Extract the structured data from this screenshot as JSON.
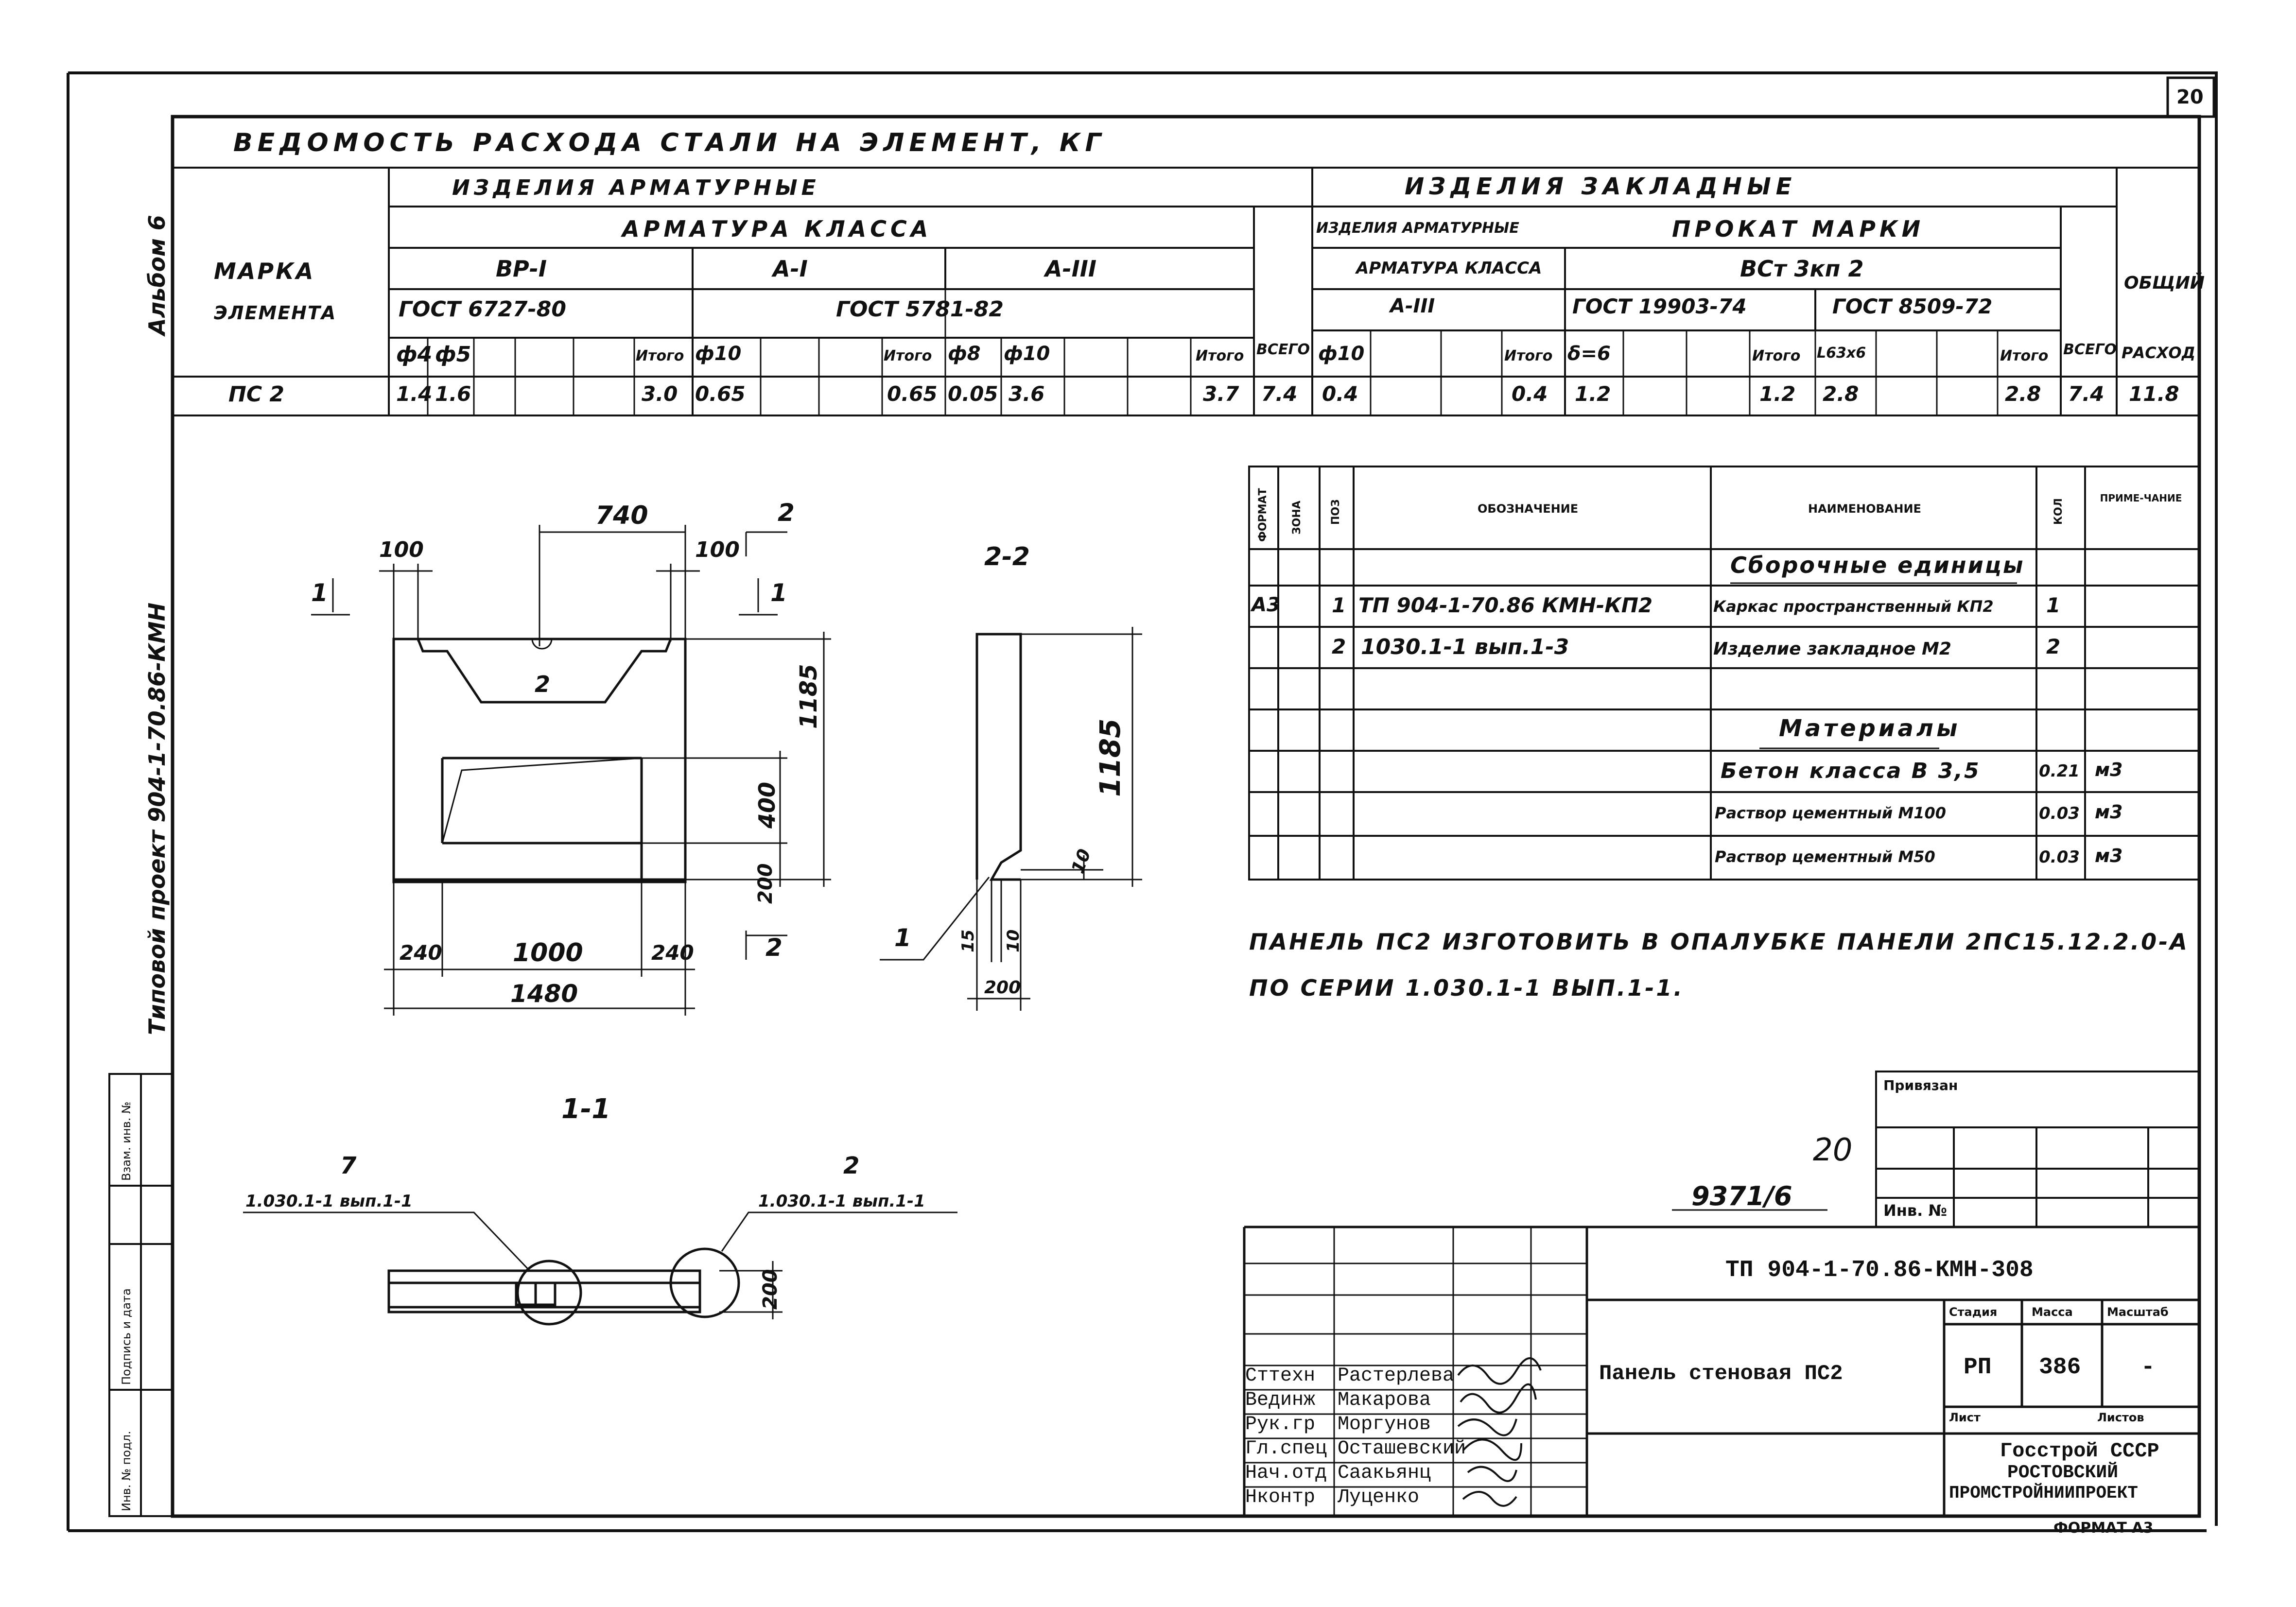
{
  "sheet": {
    "corner_number": "20",
    "format": "ФОРМАТ А3"
  },
  "left_margin": {
    "album": "Альбом 6",
    "project": "Типовой проект 904-1-70.86-КМН"
  },
  "stamp_left": {
    "inv_replace": "Взам. инв. №",
    "sign_date": "Подпись и дата",
    "inv_orig": "Инв. № подл."
  },
  "steel_table": {
    "title": "ВЕДОМОСТЬ РАСХОДА СТАЛИ НА ЭЛЕМЕНТ, КГ",
    "mark_header_1": "МАРКА",
    "mark_header_2": "ЭЛЕМЕНТА",
    "izdelia_armatur": "ИЗДЕЛИЯ АРМАТУРНЫЕ",
    "izdelia_zaklad": "ИЗДЕЛИЯ ЗАКЛАДНЫЕ",
    "armatura_klassa": "АРМАТУРА КЛАССА",
    "izd_arm_small": "ИЗДЕЛИЯ АРМАТУРНЫЕ",
    "prokat_marki": "ПРОКАТ МАРКИ",
    "vr1": "ВР-I",
    "a1": "А-I",
    "a3": "А-III",
    "arm_kl_small": "АРМАТУРА КЛАССА",
    "vst": "ВСт 3кп 2",
    "a3b": "А-III",
    "gost1": "ГОСТ 6727-80",
    "gost2": "ГОСТ 5781-82",
    "gost3": "ГОСТ 19903-74",
    "gost4": "ГОСТ 8509-72",
    "vsego": "ВСЕГО",
    "obshchiy_1": "ОБЩИЙ",
    "obshchiy_2": "РАСХОД",
    "sub_headers": [
      "ф4",
      "ф5",
      "",
      "",
      "Итого",
      "ф10",
      "",
      "",
      "Итого",
      "ф8",
      "ф10",
      "",
      "",
      "Итого",
      "Всего",
      "ф10",
      "",
      "",
      "Итого",
      "δ=6",
      "",
      "",
      "Итого",
      "L63х6",
      "",
      "",
      "Итого",
      "Всего",
      ""
    ],
    "row": [
      "ПС 2",
      "1.4",
      "1.6",
      "",
      "",
      "3.0",
      "0.65",
      "",
      "",
      "0.65",
      "0.05",
      "3.6",
      "",
      "",
      "3.7",
      "7.4",
      "0.4",
      "",
      "",
      "0.4",
      "1.2",
      "",
      "",
      "1.2",
      "2.8",
      "",
      "",
      "2.8",
      "7.4",
      "11.8"
    ]
  },
  "drawing": {
    "dims": {
      "d740": "740",
      "d100a": "100",
      "d100b": "100",
      "d1185a": "1185",
      "d400": "400",
      "d200a": "200",
      "d240a": "240",
      "d1000": "1000",
      "d240b": "240",
      "d1480": "1480",
      "d1185b": "1185",
      "d10a": "10",
      "d15": "15",
      "d10b": "10",
      "d200b": "200",
      "d200c": "200"
    },
    "section_22": "2-2",
    "section_11": "1-1",
    "cut_1a": "1",
    "cut_1b": "1",
    "cut_2a": "2",
    "cut_2b": "2",
    "pos2": "2",
    "pos1": "1",
    "callout_7": "7",
    "callout_7_ref": "1.030.1-1 вып.1-1",
    "callout_2": "2",
    "callout_2_ref": "1.030.1-1 вып.1-1"
  },
  "spec": {
    "headers": [
      "ФОРМАТ",
      "ЗОНА",
      "ПОЗ",
      "ОБОЗНАЧЕНИЕ",
      "НАИМЕНОВАНИЕ",
      "КОЛ",
      "ПРИМЕ-ЧАНИЕ"
    ],
    "section_assembly": "Сборочные единицы",
    "section_materials": "Материалы",
    "rows": [
      {
        "fmt": "А3",
        "zone": "",
        "pos": "1",
        "code": "ТП 904-1-70.86 КМН-КП2",
        "name": "Каркас пространственный КП2",
        "qty": "1",
        "note": ""
      },
      {
        "fmt": "",
        "zone": "",
        "pos": "2",
        "code": "1030.1-1 вып.1-3",
        "name": "Изделие закладное М2",
        "qty": "2",
        "note": ""
      },
      {
        "fmt": "",
        "zone": "",
        "pos": "",
        "code": "",
        "name": "Бетон класса В 3,5",
        "qty": "0.21",
        "note": "м3"
      },
      {
        "fmt": "",
        "zone": "",
        "pos": "",
        "code": "",
        "name": "Раствор цементный М100",
        "qty": "0.03",
        "note": "м3"
      },
      {
        "fmt": "",
        "zone": "",
        "pos": "",
        "code": "",
        "name": "Раствор цементный М50",
        "qty": "0.03",
        "note": "м3"
      }
    ]
  },
  "note": {
    "line1": "ПАНЕЛЬ ПС2 ИЗГОТОВИТЬ В ОПАЛУБКЕ ПАНЕЛИ 2ПС15.12.2.0-А",
    "line2": "ПО СЕРИИ 1.030.1-1 ВЫП.1-1."
  },
  "privyazan": {
    "label": "Привязан",
    "inv": "Инв. №",
    "num20": "20",
    "code": "9371/6"
  },
  "title_block": {
    "doc_code": "ТП 904-1-70.86-КМН-308",
    "name": "Панель стеновая ПС2",
    "stadiya_h": "Стадия",
    "massa_h": "Масса",
    "masshtab_h": "Масштаб",
    "stadiya": "РП",
    "massa": "386",
    "masshtab": "-",
    "list_h": "Лист",
    "listov_h": "Листов",
    "org_1": "Госстрой СССР",
    "org_2": "РОСТОВСКИЙ",
    "org_3": "ПРОМСТРОЙНИИПРОЕКТ",
    "staff": [
      {
        "role": "Сттехн",
        "name": "Растерлева"
      },
      {
        "role": "Вединж",
        "name": "Макарова"
      },
      {
        "role": "Рук.гр",
        "name": "Моргунов"
      },
      {
        "role": "Гл.спец",
        "name": "Осташевский"
      },
      {
        "role": "Нач.отд",
        "name": "Саакьянц"
      },
      {
        "role": "Нконтр",
        "name": "Луценко"
      }
    ]
  }
}
